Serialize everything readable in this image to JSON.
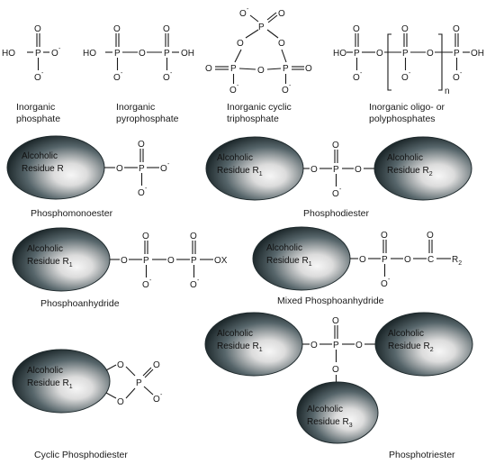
{
  "colors": {
    "blob_core": "#f4f4f4",
    "blob_inner": "#a9a9a9",
    "blob_outer": "#2e3b3f",
    "ink": "#1a1a1a"
  },
  "atoms": {
    "P": "P",
    "O": "O",
    "HO": "HO",
    "OH": "OH",
    "OX": "OX",
    "C": "C",
    "R": "R",
    "n": "n",
    "charge": "-"
  },
  "blob": {
    "line1": "Alcoholic",
    "residue": "Residue",
    "r_plain": "R",
    "r_sub1": "1",
    "r_sub2": "2",
    "r_sub3": "3"
  },
  "labels": {
    "phosphate": [
      "Inorganic",
      "phosphate"
    ],
    "pyrophosphate": [
      "Inorganic",
      "pyrophosphate"
    ],
    "cyclic_triphosphate": [
      "Inorganic cyclic",
      "triphosphate"
    ],
    "polyphosphates": [
      "Inorganic oligo- or",
      "polyphosphates"
    ],
    "phosphomonoester": "Phosphomonoester",
    "phosphodiester": "Phosphodiester",
    "phosphoanhydride": "Phosphoanhydride",
    "mixed_phosphoanhydride": "Mixed Phosphoanhydride",
    "cyclic_phosphodiester": "Cyclic Phosphodiester",
    "phosphotriester": "Phosphotriester"
  }
}
